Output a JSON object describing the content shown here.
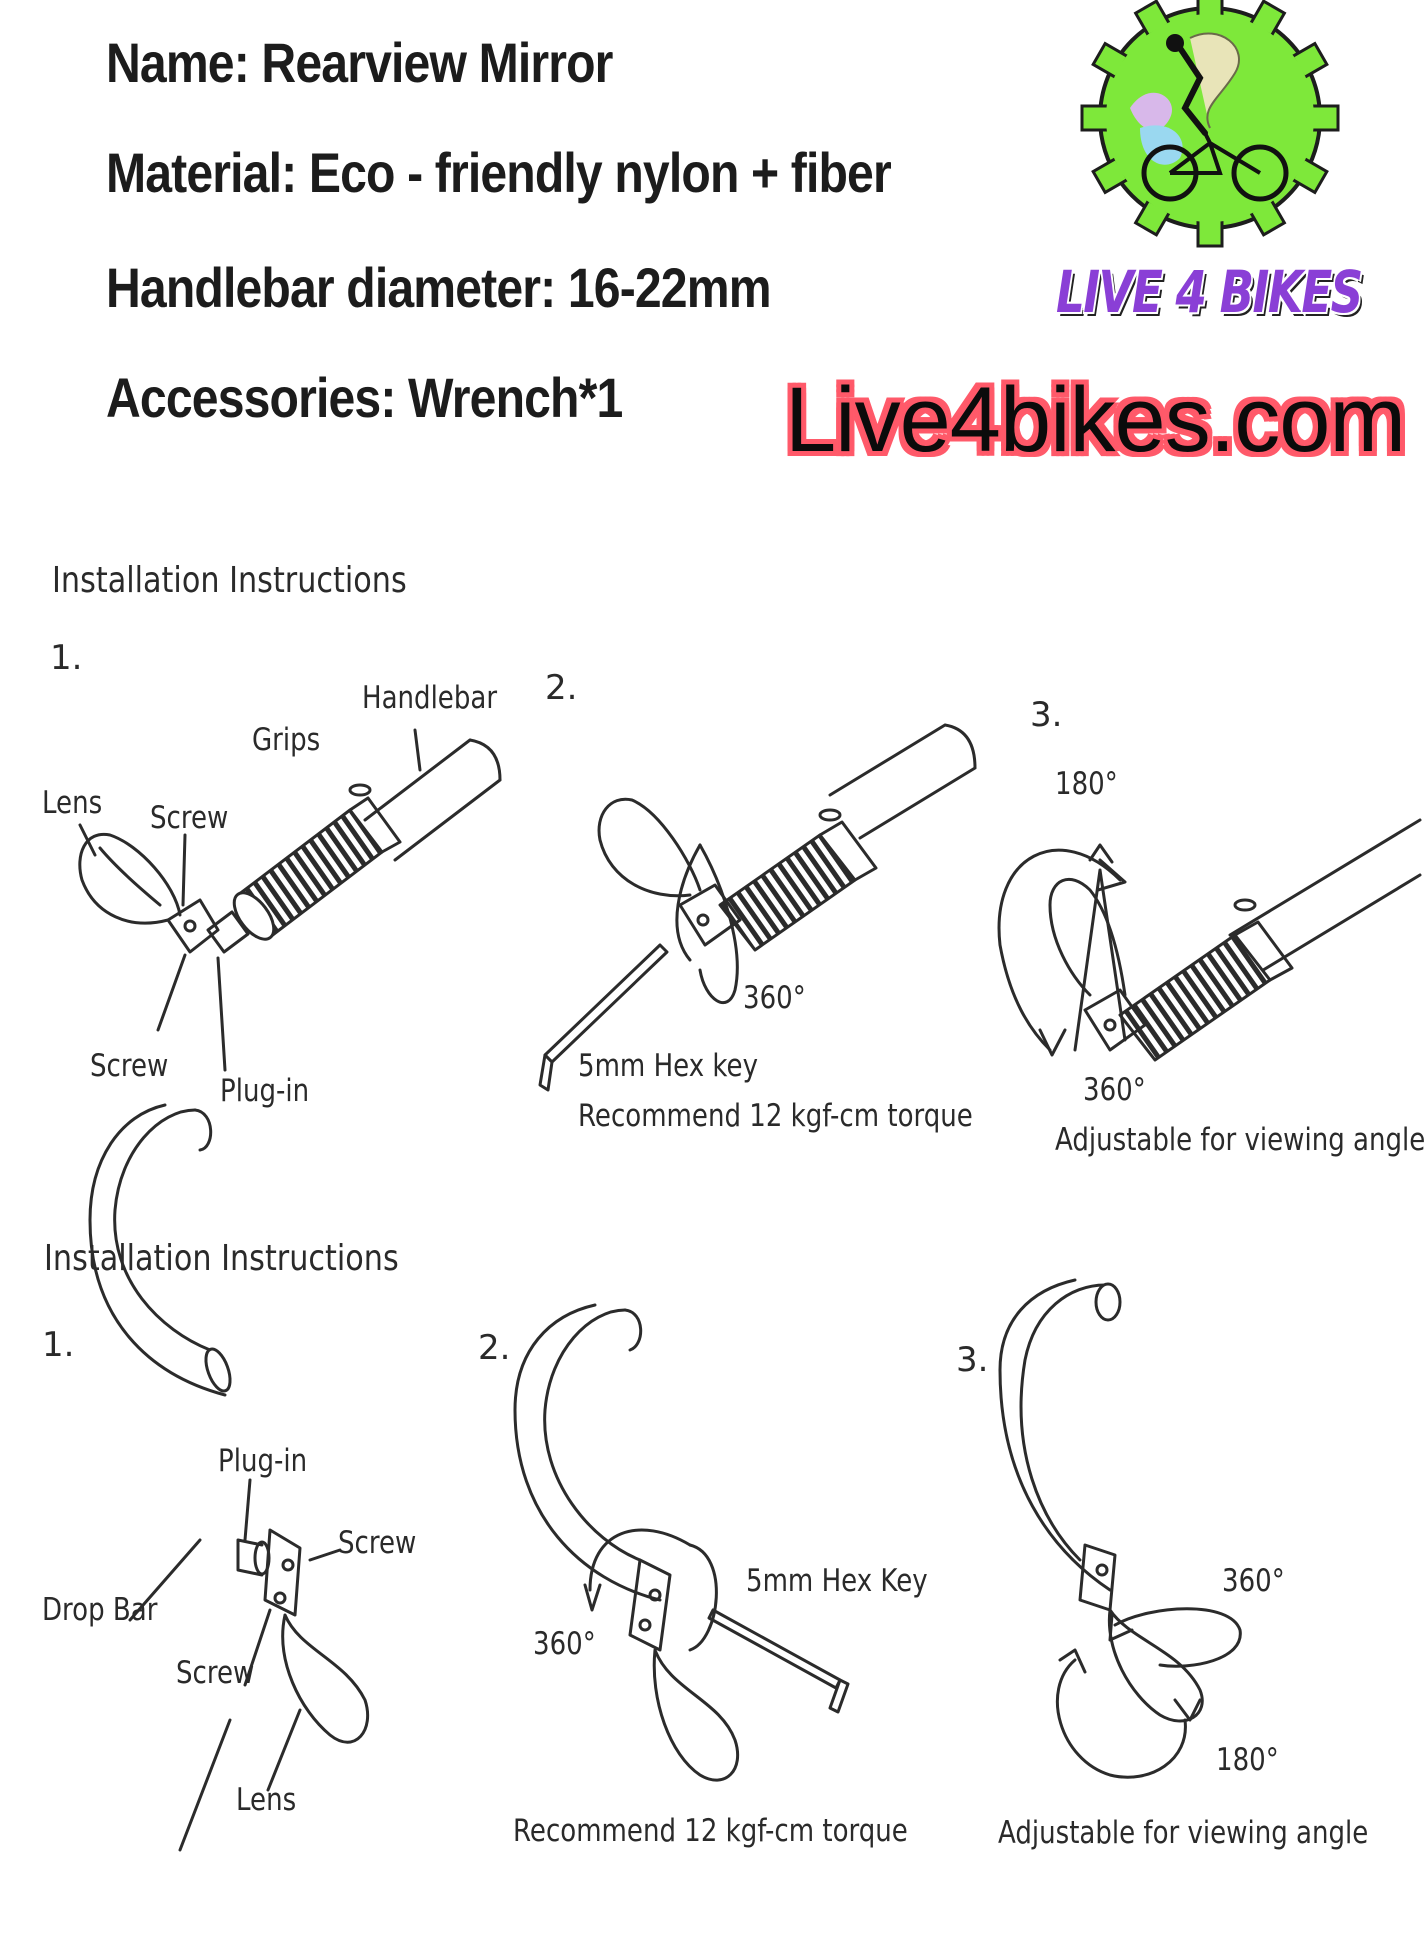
{
  "specs": {
    "name": "Name: Rearview Mirror",
    "material": "Material: Eco - friendly nylon + fiber",
    "diameter": "Handlebar diameter: 16-22mm",
    "accessories": "Accessories: Wrench*1"
  },
  "logo": {
    "brand_text": "LIVE 4 BIKES",
    "badge_color": "#7ee83a",
    "brand_color": "#8a3fd6"
  },
  "website": "Live4bikes.com",
  "flat_bar": {
    "title": "Installation Instructions",
    "step1": {
      "number": "1.",
      "labels": {
        "handlebar": "Handlebar",
        "grips": "Grips",
        "lens": "Lens",
        "screw_top": "Screw",
        "screw_bottom": "Screw",
        "plug_in": "Plug-in"
      }
    },
    "step2": {
      "number": "2.",
      "labels": {
        "rotation": "360°",
        "hex_key": "5mm Hex key",
        "torque": "Recommend 12 kgf-cm torque"
      }
    },
    "step3": {
      "number": "3.",
      "labels": {
        "rotation_top": "180°",
        "rotation_bottom": "360°",
        "caption": "Adjustable for viewing angle"
      }
    }
  },
  "drop_bar": {
    "title": "Installation Instructions",
    "step1": {
      "number": "1.",
      "labels": {
        "plug_in": "Plug-in",
        "screw_top": "Screw",
        "drop_bar": "Drop Bar",
        "screw_bottom": "Screw",
        "lens": "Lens"
      }
    },
    "step2": {
      "number": "2.",
      "labels": {
        "hex_key": "5mm Hex Key",
        "rotation": "360°",
        "torque": "Recommend 12 kgf-cm torque"
      }
    },
    "step3": {
      "number": "3.",
      "labels": {
        "rotation_top": "360°",
        "rotation_bottom": "180°",
        "caption": "Adjustable for viewing angle"
      }
    }
  }
}
